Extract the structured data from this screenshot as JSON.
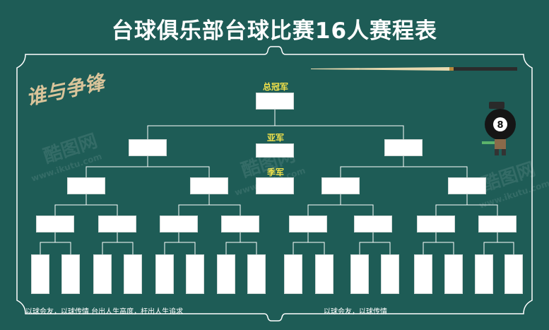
{
  "title": "台球俱乐部台球比赛16人赛程表",
  "labels": {
    "champion": "总冠军",
    "runner_up": "亚军",
    "third": "季军"
  },
  "slogan_art": "谁与争锋",
  "footer": {
    "left": "以球会友，以球传情 台出人生高度，杆出人生追求",
    "right": "以球会友，以球传情"
  },
  "watermark": {
    "brand": "酷图网",
    "url": "www.ikutu.com"
  },
  "colors": {
    "background": "#1e5c56",
    "label": "#f2e24a",
    "frame": "#ffffff"
  }
}
